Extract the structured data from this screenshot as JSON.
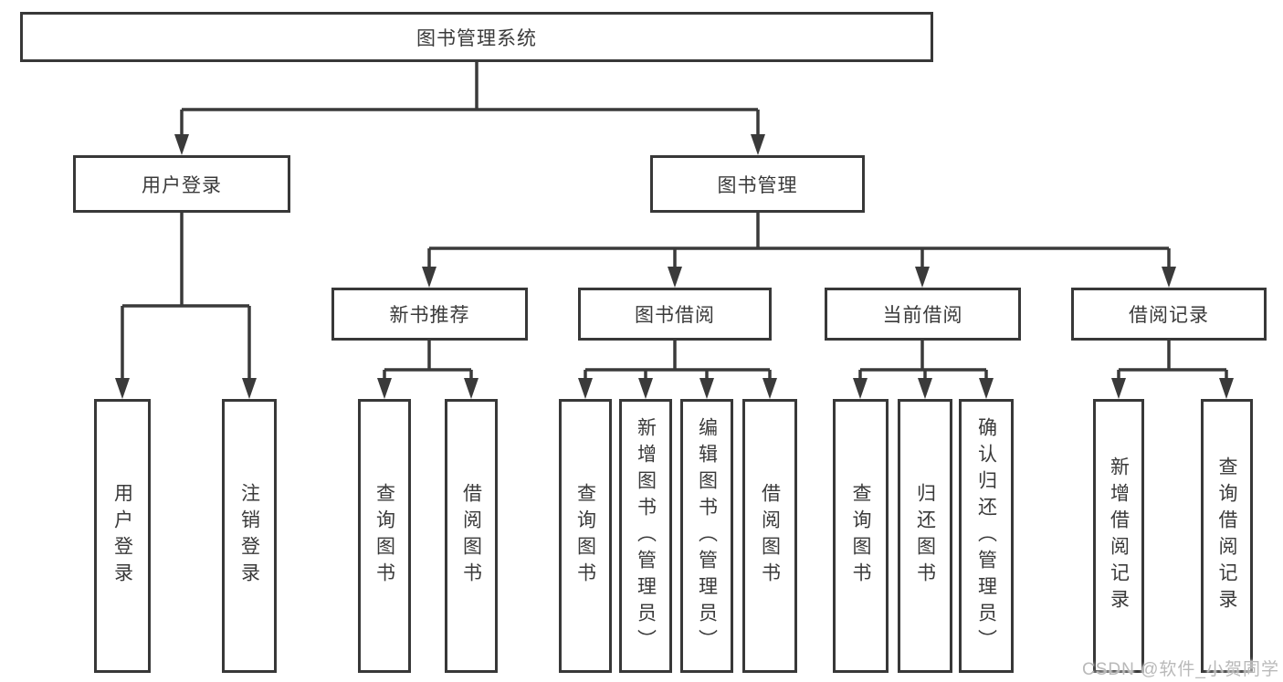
{
  "diagram": {
    "root": {
      "label": "图书管理系统",
      "children": [
        {
          "label": "用户登录",
          "children": [
            {
              "label": "用户登录"
            },
            {
              "label": "注销登录"
            }
          ]
        },
        {
          "label": "图书管理",
          "children": [
            {
              "label": "新书推荐",
              "children": [
                {
                  "label": "查询图书"
                },
                {
                  "label": "借阅图书"
                }
              ]
            },
            {
              "label": "图书借阅",
              "children": [
                {
                  "label": "查询图书"
                },
                {
                  "label": "新增图书（管理员）"
                },
                {
                  "label": "编辑图书（管理员）"
                },
                {
                  "label": "借阅图书"
                }
              ]
            },
            {
              "label": "当前借阅",
              "children": [
                {
                  "label": "查询图书"
                },
                {
                  "label": "归还图书"
                },
                {
                  "label": "确认归还（管理员）"
                }
              ]
            },
            {
              "label": "借阅记录",
              "children": [
                {
                  "label": "新增借阅记录"
                },
                {
                  "label": "查询借阅记录"
                }
              ]
            }
          ]
        }
      ]
    }
  },
  "watermark": {
    "text": "CSDN @软件_小贺同学"
  },
  "colors": {
    "line": "#3a3a3a",
    "box_border": "#383838",
    "text": "#3a3a3a",
    "watermark": "#b9b9b9",
    "background": "#ffffff"
  }
}
